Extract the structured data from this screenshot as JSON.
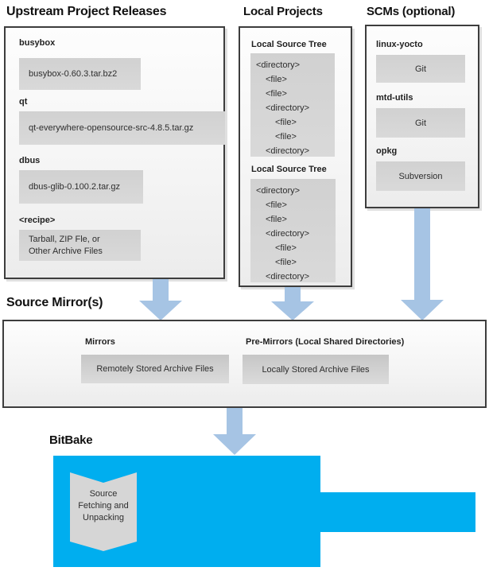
{
  "colors": {
    "accent_blue": "#00AEEF",
    "arrow_blue": "#A6C4E4"
  },
  "upstream": {
    "title": "Upstream Project Releases",
    "items": [
      {
        "label": "busybox",
        "box": "busybox-0.60.3.tar.bz2"
      },
      {
        "label": "qt",
        "box": "qt-everywhere-opensource-src-4.8.5.tar.gz"
      },
      {
        "label": "dbus",
        "box": "dbus-glib-0.100.2.tar.gz"
      },
      {
        "label": "<recipe>",
        "box_lines": [
          "Tarball, ZIP Fle, or",
          "Other Archive Files"
        ]
      }
    ]
  },
  "local_projects": {
    "title": "Local Projects",
    "trees": [
      {
        "label": "Local Source Tree",
        "lines": [
          "<directory>",
          "<file>",
          "<file>",
          "<directory>",
          "<file>",
          "<file>",
          "<directory>"
        ]
      },
      {
        "label": "Local Source Tree",
        "lines": [
          "<directory>",
          "<file>",
          "<file>",
          "<directory>",
          "<file>",
          "<file>",
          "<directory>"
        ]
      }
    ]
  },
  "scms": {
    "title": "SCMs (optional)",
    "items": [
      {
        "label": "linux-yocto",
        "box": "Git"
      },
      {
        "label": "mtd-utils",
        "box": "Git"
      },
      {
        "label": "opkg",
        "box": "Subversion"
      }
    ]
  },
  "source_mirrors": {
    "title": "Source Mirror(s)",
    "mirrors_label": "Mirrors",
    "mirrors_box": "Remotely Stored Archive Files",
    "premirrors_label": "Pre-Mirrors (Local Shared Directories)",
    "premirrors_box": "Locally Stored Archive Files"
  },
  "bitbake": {
    "title": "BitBake",
    "process_lines": [
      "Source",
      "Fetching and",
      "Unpacking"
    ]
  }
}
